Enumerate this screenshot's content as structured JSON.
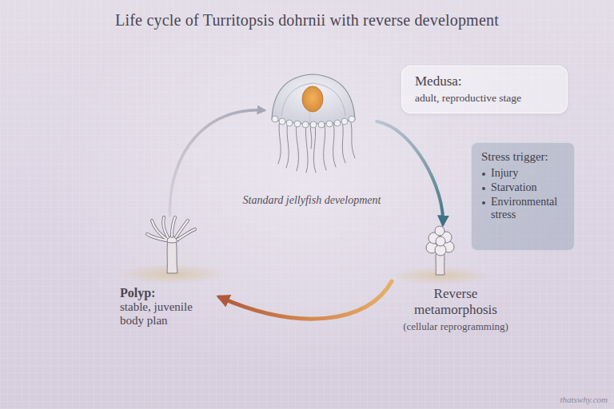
{
  "diagram": {
    "title": "Life cycle of Turritopsis dohrnii with reverse development",
    "nodes": [
      {
        "text": [
          "Medusa:",
          "adult, reproductive stage"
        ]
      },
      {
        "text": [
          "Stress trigger:",
          "Injury",
          "Starvation",
          "Environmental stress"
        ]
      },
      {
        "text": [
          "Polyp:",
          "stable, juvenile body plan"
        ]
      },
      {
        "text": [
          "Reverse metamorphosis",
          "(cellular reprogramming)"
        ]
      }
    ],
    "edges": [
      {
        "from": 2,
        "to": 0,
        "arrow": "to"
      },
      {
        "from": 0,
        "to": 3,
        "arrow": "to"
      },
      {
        "from": 3,
        "to": 2,
        "arrow": "to"
      }
    ],
    "labels": [
      "Standard jellyfish development",
      "thatswhy.com"
    ]
  }
}
